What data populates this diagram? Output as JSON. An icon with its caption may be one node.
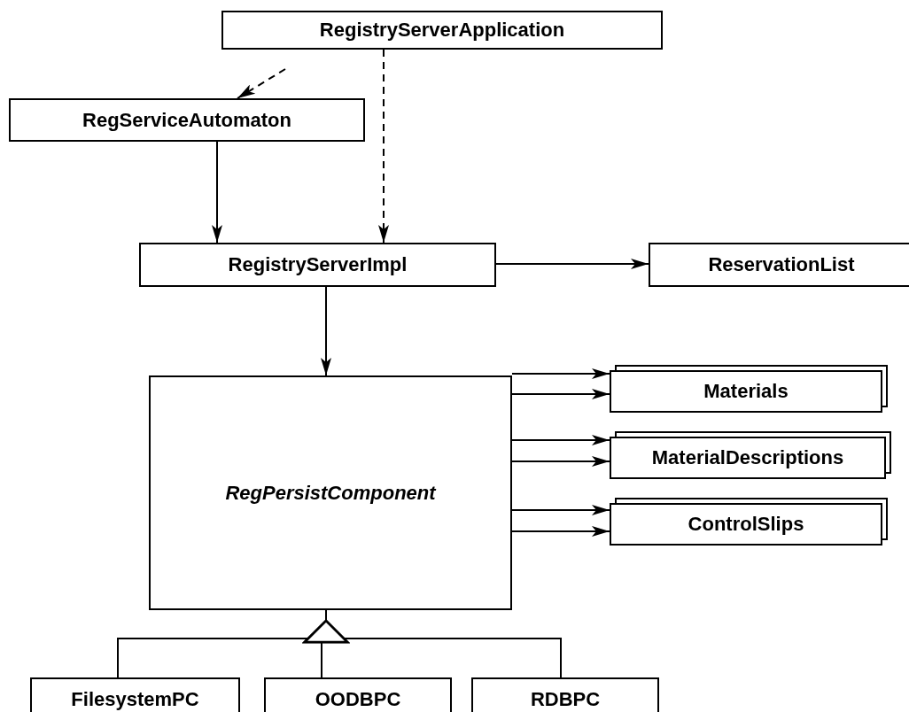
{
  "diagram": {
    "nodes": [
      {
        "text": [
          "RegistryServerApplication"
        ]
      },
      {
        "text": [
          "RegServiceAutomaton"
        ]
      },
      {
        "text": [
          "RegistryServerImpl"
        ]
      },
      {
        "text": [
          "ReservationList"
        ]
      },
      {
        "text": [
          "RegPersistComponent"
        ]
      },
      {
        "text": [
          "Materials"
        ]
      },
      {
        "text": [
          "MaterialDescriptions"
        ]
      },
      {
        "text": [
          "ControlSlips"
        ]
      },
      {
        "text": [
          "FilesystemPC"
        ]
      },
      {
        "text": [
          "OODBPC"
        ]
      },
      {
        "text": [
          "RDBPC"
        ]
      }
    ],
    "edges": [
      {
        "from": 0,
        "to": 1,
        "arrow": "to",
        "style": "dashed"
      },
      {
        "from": 0,
        "to": 2,
        "arrow": "to",
        "style": "dashed"
      },
      {
        "from": 1,
        "to": 2,
        "arrow": "to"
      },
      {
        "from": 2,
        "to": 3,
        "arrow": "to"
      },
      {
        "from": 2,
        "to": 4,
        "arrow": "to"
      },
      {
        "from": 4,
        "to": 5,
        "arrow": "to"
      },
      {
        "from": 4,
        "to": 5,
        "arrow": "to"
      },
      {
        "from": 4,
        "to": 6,
        "arrow": "to"
      },
      {
        "from": 4,
        "to": 6,
        "arrow": "to"
      },
      {
        "from": 4,
        "to": 7,
        "arrow": "to"
      },
      {
        "from": 4,
        "to": 7,
        "arrow": "to"
      },
      {
        "from": 8,
        "to": 4,
        "arrow": "to"
      },
      {
        "from": 9,
        "to": 4,
        "arrow": "to"
      },
      {
        "from": 10,
        "to": 4,
        "arrow": "to"
      }
    ]
  }
}
